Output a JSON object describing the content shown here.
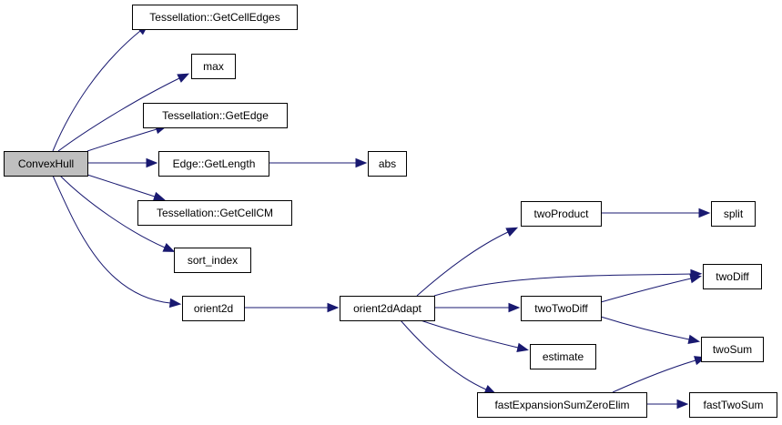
{
  "diagram": {
    "type": "call-graph",
    "colors": {
      "edge": "#191970",
      "node_border": "#000000",
      "node_fill": "#ffffff",
      "root_fill": "#bfbfbf"
    },
    "nodes": [
      {
        "id": "ConvexHull",
        "label": "ConvexHull",
        "root": true
      },
      {
        "id": "GetCellEdges",
        "label": "Tessellation::GetCellEdges"
      },
      {
        "id": "max",
        "label": "max"
      },
      {
        "id": "GetEdge",
        "label": "Tessellation::GetEdge"
      },
      {
        "id": "GetLength",
        "label": "Edge::GetLength"
      },
      {
        "id": "abs",
        "label": "abs"
      },
      {
        "id": "GetCellCM",
        "label": "Tessellation::GetCellCM"
      },
      {
        "id": "sort_index",
        "label": "sort_index"
      },
      {
        "id": "orient2d",
        "label": "orient2d"
      },
      {
        "id": "orient2dAdapt",
        "label": "orient2dAdapt"
      },
      {
        "id": "twoProduct",
        "label": "twoProduct"
      },
      {
        "id": "split",
        "label": "split"
      },
      {
        "id": "twoDiff",
        "label": "twoDiff"
      },
      {
        "id": "twoTwoDiff",
        "label": "twoTwoDiff"
      },
      {
        "id": "twoSum",
        "label": "twoSum"
      },
      {
        "id": "estimate",
        "label": "estimate"
      },
      {
        "id": "fastExpansionSumZeroElim",
        "label": "fastExpansionSumZeroElim"
      },
      {
        "id": "fastTwoSum",
        "label": "fastTwoSum"
      }
    ],
    "edges": [
      {
        "from": "ConvexHull",
        "to": "GetCellEdges"
      },
      {
        "from": "ConvexHull",
        "to": "max"
      },
      {
        "from": "ConvexHull",
        "to": "GetEdge"
      },
      {
        "from": "ConvexHull",
        "to": "GetLength"
      },
      {
        "from": "ConvexHull",
        "to": "GetCellCM"
      },
      {
        "from": "ConvexHull",
        "to": "sort_index"
      },
      {
        "from": "ConvexHull",
        "to": "orient2d"
      },
      {
        "from": "GetLength",
        "to": "abs"
      },
      {
        "from": "orient2d",
        "to": "orient2dAdapt"
      },
      {
        "from": "orient2dAdapt",
        "to": "twoProduct"
      },
      {
        "from": "orient2dAdapt",
        "to": "twoDiff"
      },
      {
        "from": "orient2dAdapt",
        "to": "twoTwoDiff"
      },
      {
        "from": "orient2dAdapt",
        "to": "estimate"
      },
      {
        "from": "orient2dAdapt",
        "to": "fastExpansionSumZeroElim"
      },
      {
        "from": "twoProduct",
        "to": "split"
      },
      {
        "from": "twoTwoDiff",
        "to": "twoDiff"
      },
      {
        "from": "twoTwoDiff",
        "to": "twoSum"
      },
      {
        "from": "fastExpansionSumZeroElim",
        "to": "twoSum"
      },
      {
        "from": "fastExpansionSumZeroElim",
        "to": "fastTwoSum"
      }
    ]
  }
}
